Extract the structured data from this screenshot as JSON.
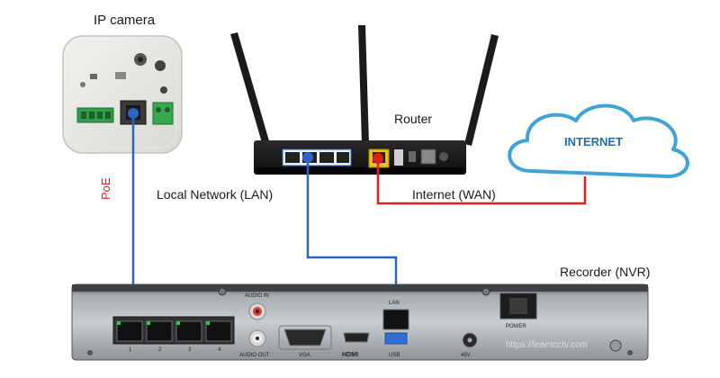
{
  "labels": {
    "ip_camera": "IP camera",
    "router": "Router",
    "internet": "INTERNET",
    "local_network": "Local Network (LAN)",
    "internet_wan": "Internet (WAN)",
    "poe": "PoE",
    "recorder": "Recorder (NVR)"
  },
  "nvr_panel": {
    "audio_in": "AUDIO IN",
    "audio_out": "AUDIO OUT",
    "vga": "VGA",
    "hdmi": "HDMI",
    "lan": "LAN",
    "usb": "USB",
    "dc_input": "48V",
    "power": "POWER",
    "port_numbers": [
      "1",
      "2",
      "3",
      "4"
    ]
  },
  "watermark": "https://learncctv.com",
  "colors": {
    "lan_cable": "#2b63c9",
    "wan_cable": "#e02020",
    "poe_text": "#d42020",
    "cloud_outline": "#3fa3d6",
    "internet_text": "#1f6fb8"
  }
}
